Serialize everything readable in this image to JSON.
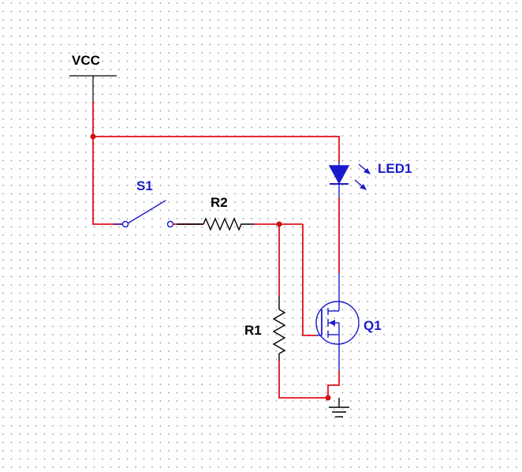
{
  "schematic": {
    "labels": {
      "vcc": "VCC",
      "switch": "S1",
      "r2": "R2",
      "r1": "R1",
      "led": "LED1",
      "mosfet": "Q1"
    },
    "colors": {
      "background": "#ffffff",
      "grid_dot": "#9a9a9a",
      "wire": "#e0101a",
      "component": "#1a1acc",
      "junction": "#d01010",
      "black_part": "#000000"
    }
  }
}
